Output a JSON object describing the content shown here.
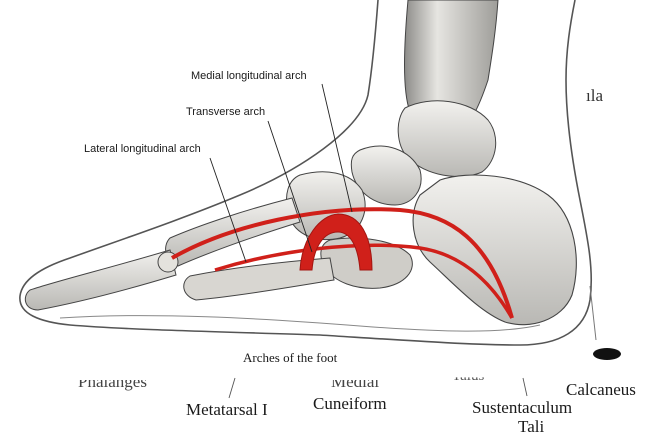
{
  "callouts": {
    "medial_longitudinal_arch": "Medial longitudinal arch",
    "transverse_arch": "Transverse arch",
    "lateral_longitudinal_arch": "Lateral longitudinal arch"
  },
  "caption": "Arches of the foot",
  "bottom_labels": {
    "phalanges": "Phalanges",
    "metatarsal_i": "Metatarsal I",
    "medial_cuneiform_line1": "Medial",
    "medial_cuneiform_line2": "Cuneiform",
    "talus": "Talus",
    "sustentaculum_line1": "Sustentaculum",
    "sustentaculum_line2": "Tali",
    "calcaneus": "Calcaneus"
  },
  "top_right_fragment": "ıla",
  "colors": {
    "arch_red": "#d0201a",
    "bone_light": "#e9e7e2",
    "bone_shade": "#9b9b98",
    "outline": "#3a3a3a"
  }
}
